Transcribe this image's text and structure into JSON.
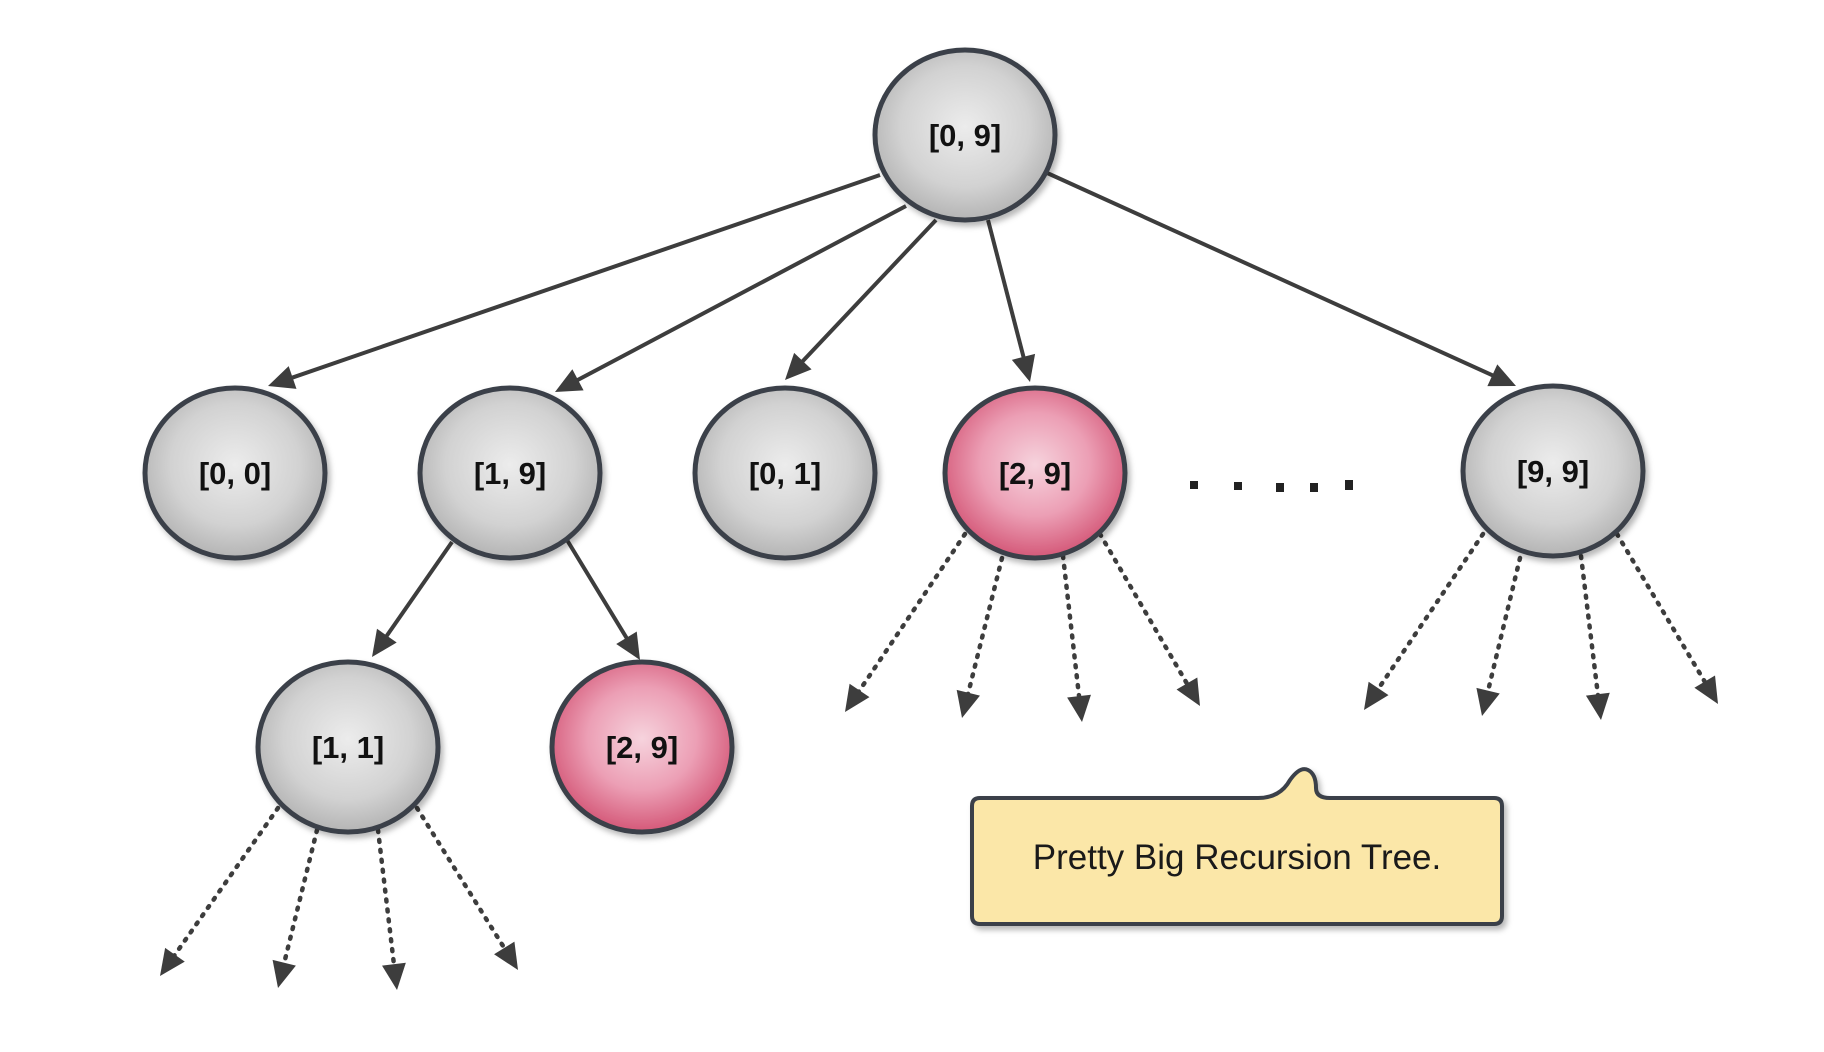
{
  "nodes": {
    "root": {
      "label": "[0, 9]",
      "highlight": false
    },
    "n00": {
      "label": "[0, 0]",
      "highlight": false
    },
    "n19": {
      "label": "[1, 9]",
      "highlight": false
    },
    "n01": {
      "label": "[0, 1]",
      "highlight": false
    },
    "n29a": {
      "label": "[2, 9]",
      "highlight": true
    },
    "n99": {
      "label": "[9, 9]",
      "highlight": false
    },
    "n11": {
      "label": "[1, 1]",
      "highlight": false
    },
    "n29b": {
      "label": "[2, 9]",
      "highlight": true
    }
  },
  "callout": {
    "text": "Pretty Big Recursion Tree."
  },
  "colors": {
    "normal_node_center": "#e6e6e6",
    "normal_node_edge": "#b9b9b9",
    "highlight_node_center": "#f3c6d3",
    "highlight_node_edge": "#d9627f",
    "node_border": "#3a4048",
    "edge": "#3d3d3d",
    "callout_fill": "#fbe7a8",
    "callout_border": "#3a4048"
  }
}
